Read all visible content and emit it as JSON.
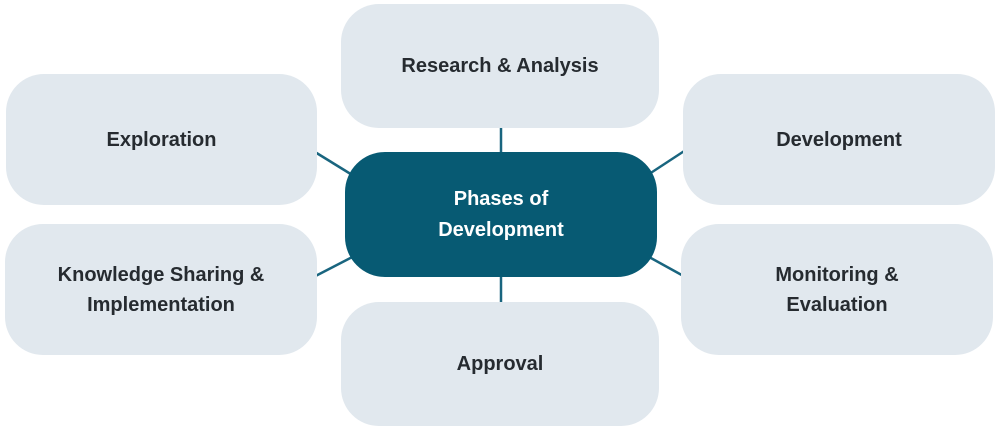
{
  "diagram_title": "Phases of Development",
  "colors": {
    "background": "#ffffff",
    "node_fill": "#e1e8ee",
    "node_text": "#262b30",
    "center_fill": "#075a73",
    "center_text": "#ffffff",
    "connector": "#19657f"
  },
  "center_node": {
    "label": "Phases of\nDevelopment"
  },
  "nodes": {
    "research": {
      "label": "Research & Analysis"
    },
    "exploration": {
      "label": "Exploration"
    },
    "development": {
      "label": "Development"
    },
    "knowledge": {
      "label": "Knowledge Sharing &\nImplementation"
    },
    "monitoring": {
      "label": "Monitoring &\nEvaluation"
    },
    "approval": {
      "label": "Approval"
    }
  }
}
